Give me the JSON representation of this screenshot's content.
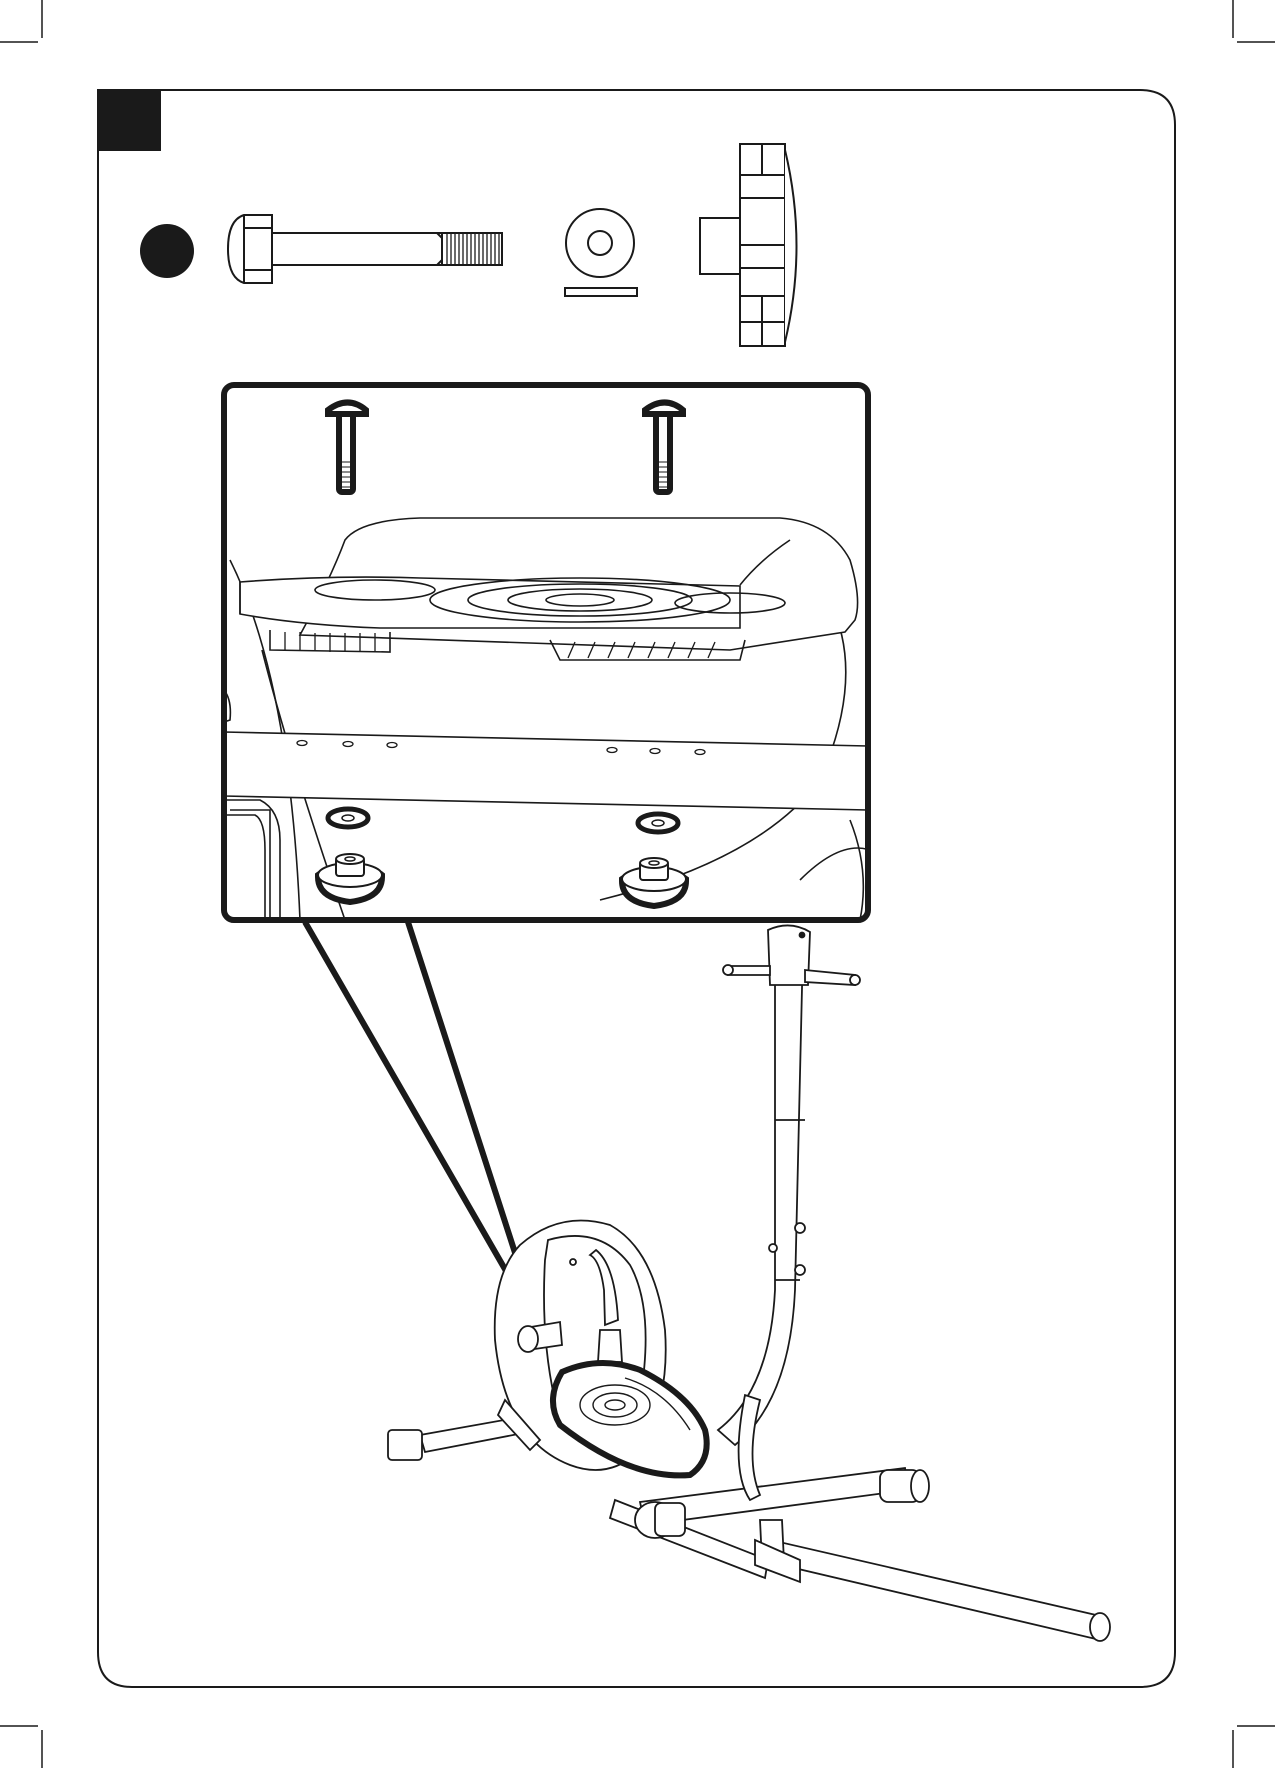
{
  "page": {
    "step_number": "",
    "part_marker_label": ""
  },
  "colors": {
    "ink": "#1a1a1a",
    "paper": "#ffffff",
    "step_tab": "#1a1a1a"
  },
  "hardware": [
    {
      "name": "carriage-bolt-icon"
    },
    {
      "name": "washer-icon"
    },
    {
      "name": "knob-nut-icon"
    }
  ],
  "detail": {
    "bolts": 2,
    "washers": 2,
    "knobs": 2
  }
}
